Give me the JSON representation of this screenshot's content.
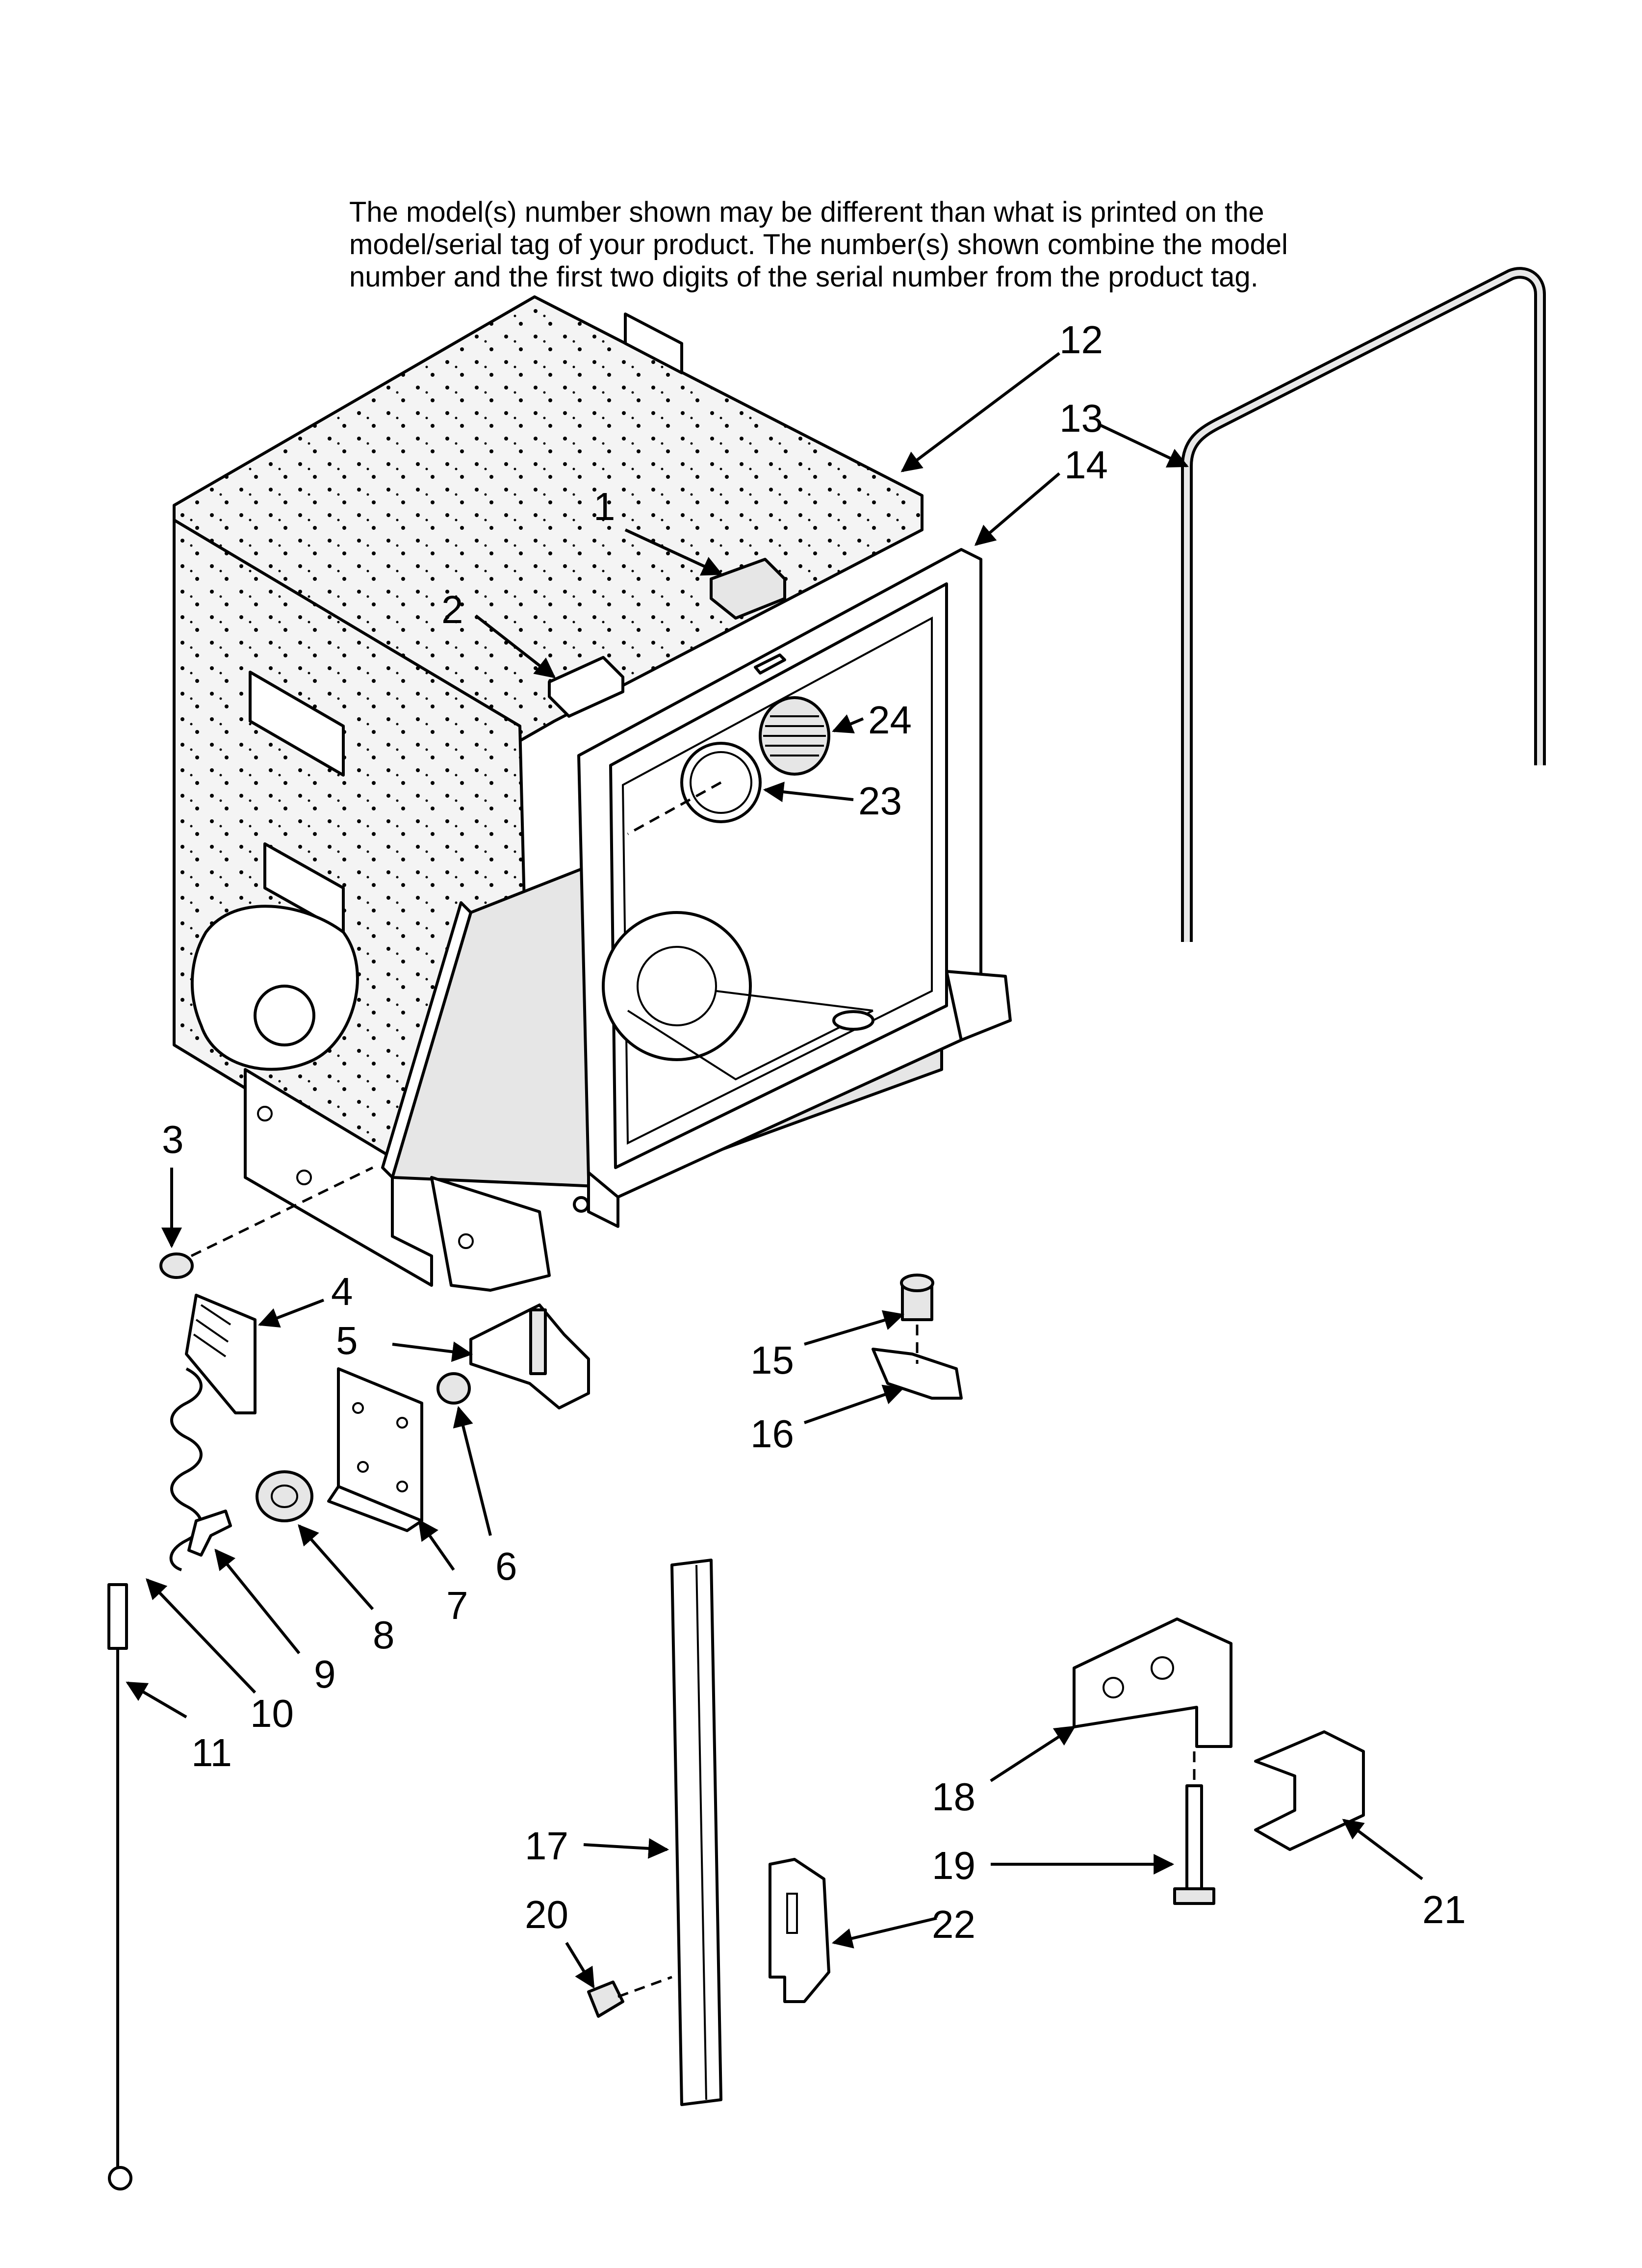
{
  "disclaimer": {
    "line1": "The model(s) number shown may be different than what is printed on the",
    "line2": "model/serial tag of your product. The number(s) shown combine the model",
    "line3": "number and the first two digits of the serial number from the product tag."
  },
  "callouts": {
    "c1": "1",
    "c2": "2",
    "c3": "3",
    "c4": "4",
    "c5": "5",
    "c6": "6",
    "c7": "7",
    "c8": "8",
    "c9": "9",
    "c10": "10",
    "c11": "11",
    "c12": "12",
    "c13": "13",
    "c14": "14",
    "c15": "15",
    "c16": "16",
    "c17": "17",
    "c18": "18",
    "c19": "19",
    "c20": "20",
    "c21": "21",
    "c22": "22",
    "c23": "23",
    "c24": "24"
  }
}
